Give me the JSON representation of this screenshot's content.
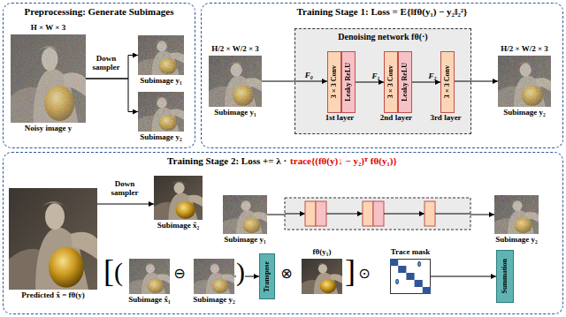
{
  "diagram": {
    "nodes": [
      {
        "text": [
          "Preprocessing: Generate Subimages"
        ]
      },
      {
        "text": [
          "H × W × 3",
          "Noisy image y"
        ],
        "in": 0
      },
      {
        "text": [
          "Subimage y₁"
        ],
        "in": 0
      },
      {
        "text": [
          "Subimage y₂"
        ],
        "in": 0
      },
      {
        "text": [
          "Training Stage 1: Loss = E{‖fθ(y₁) − y₂‖₂²}"
        ]
      },
      {
        "text": [
          "H/2 × W/2 × 3",
          "Subimage y₁"
        ],
        "in": 4
      },
      {
        "text": [
          "Denoising network fθ(·)"
        ],
        "in": 4
      },
      {
        "text": [
          "3×3 Conv"
        ],
        "in": 6
      },
      {
        "text": [
          "Leaky ReLU"
        ],
        "in": 6
      },
      {
        "text": [
          "3×3 Conv"
        ],
        "in": 6
      },
      {
        "text": [
          "Leaky ReLU"
        ],
        "in": 6
      },
      {
        "text": [
          "3×3 Conv"
        ],
        "in": 6
      },
      {
        "text": [
          "H/2 × W/2 × 3",
          "Subimage y₂"
        ],
        "in": 4
      },
      {
        "text": [
          "Training Stage 2: Loss += λ ·",
          "trace{(fθ(y)↓ − y₂)ᵀ fθ(y₁)}"
        ]
      },
      {
        "text": [
          "Predicted x̂ = fθ(y)"
        ],
        "in": 13
      },
      {
        "text": [
          "Subimage x̂₂"
        ],
        "in": 13
      },
      {
        "text": [
          "Subimage y₁"
        ],
        "in": 13
      },
      {
        "text": [
          "Subimage y₂"
        ],
        "in": 13
      },
      {
        "text": [
          "Subimage x̂₁"
        ],
        "in": 13
      },
      {
        "text": [
          "Subimage y₂"
        ],
        "in": 13
      },
      {
        "text": [
          "Transpose"
        ],
        "in": 13
      },
      {
        "text": [
          "fθ(y₁)"
        ],
        "in": 13
      },
      {
        "text": [
          "Trace mask"
        ],
        "in": 13
      },
      {
        "text": [
          "Summation"
        ],
        "in": 13
      }
    ],
    "edges": [
      {
        "from": 1,
        "to": 2,
        "arrow": "to"
      },
      {
        "from": 1,
        "to": 3,
        "arrow": "to"
      },
      {
        "from": 5,
        "to": 7,
        "label": "F₀",
        "arrow": "to"
      },
      {
        "from": 8,
        "to": 9,
        "label": "F₁",
        "arrow": "to"
      },
      {
        "from": 10,
        "to": 11,
        "label": "F₂",
        "arrow": "to"
      },
      {
        "from": 11,
        "to": 12,
        "arrow": "to"
      },
      {
        "from": 14,
        "to": 15,
        "arrow": "to"
      },
      {
        "from": 16,
        "to": 17,
        "arrow": "to"
      },
      {
        "from": 19,
        "to": 20,
        "arrow": "to"
      },
      {
        "from": 22,
        "to": 23,
        "arrow": "to"
      }
    ],
    "labels": [
      "Down sampler",
      "1st layer",
      "2nd layer",
      "3rd layer",
      "Down sampler",
      "[",
      "(",
      "⊖",
      ")",
      "⊗",
      "]",
      "⊙",
      "0",
      "0"
    ]
  }
}
